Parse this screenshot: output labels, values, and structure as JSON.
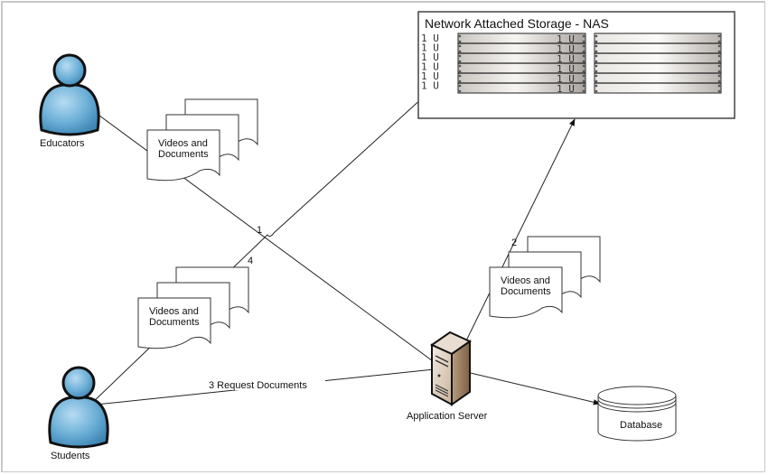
{
  "diagram": {
    "nas": {
      "title": "Network Attached Storage - NAS",
      "unit_label": "1 U",
      "left_units": [
        "1 U",
        "1 U",
        "1 U",
        "1 U",
        "1 U",
        "1 U"
      ],
      "rack_units": [
        "1 U",
        "1 U",
        "1 U",
        "1 U",
        "1 U",
        "1 U"
      ]
    },
    "educators": {
      "label": "Educators"
    },
    "students": {
      "label": "Students"
    },
    "app_server": {
      "label": "Application Server"
    },
    "database": {
      "label": "Database"
    },
    "doc_stacks": [
      {
        "line1": "Videos and",
        "line2": "Documents"
      },
      {
        "line1": "Videos and",
        "line2": "Documents"
      },
      {
        "line1": "Videos and",
        "line2": "Documents"
      }
    ],
    "steps": {
      "step1": "1",
      "step2": "2",
      "step3": "3 Request Documents",
      "step4": "4"
    },
    "colors": {
      "person_fill": "#6aaed6",
      "server_fill": "#c9b49a",
      "line": "#222222"
    }
  }
}
